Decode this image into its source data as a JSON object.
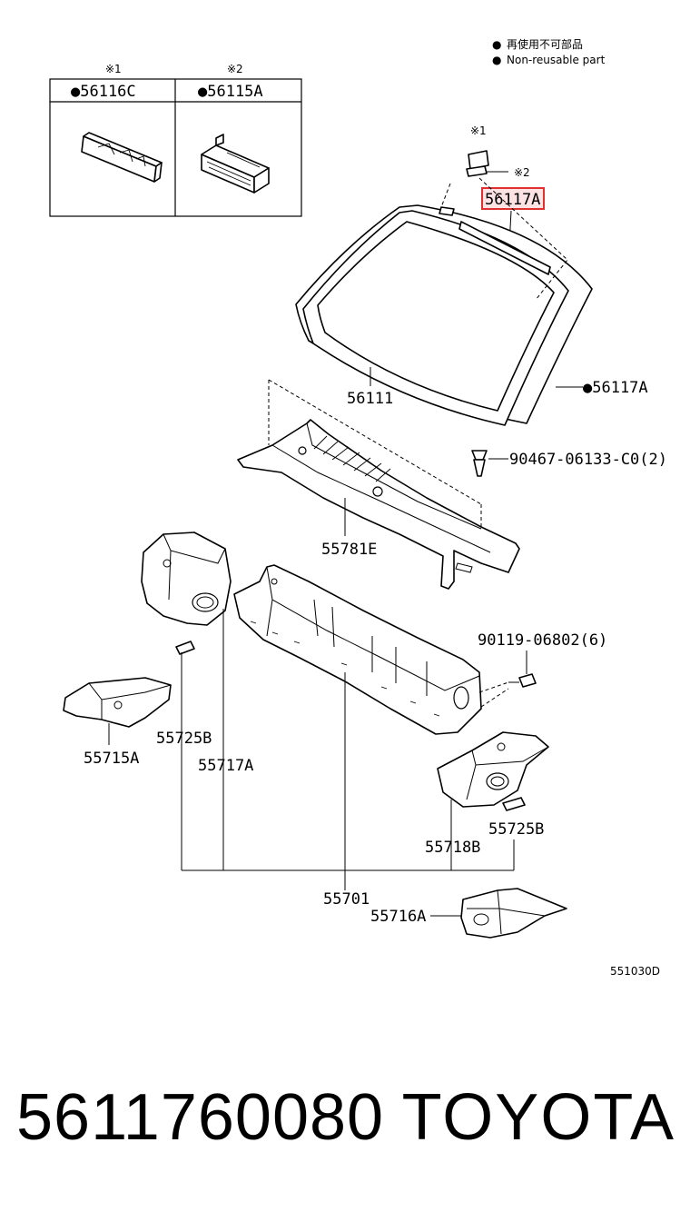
{
  "legend": {
    "dot_symbol": "●",
    "line_jp": "再使用不可部品",
    "line_en": "Non-reusable part"
  },
  "inset": {
    "col1_marker": "※1",
    "col1_label": "●56116C",
    "col2_marker": "※2",
    "col2_label": "●56115A"
  },
  "callouts": {
    "marker1": "※1",
    "marker2": "※2",
    "p56117A_top": "56117A",
    "p56117A_side": "●56117A",
    "p56111": "56111",
    "p90467": "90467-06133-C0(2)",
    "p55781E": "55781E",
    "p90119": "90119-06802(6)",
    "p55725B_left": "55725B",
    "p55715A": "55715A",
    "p55717A": "55717A",
    "p55718B": "55718B",
    "p55725B_right": "55725B",
    "p55701": "55701",
    "p55716A": "55716A",
    "diagram_id": "551030D"
  },
  "highlight_color": "#e03030",
  "footer": {
    "part_number": "5611760080",
    "brand": "TOYOTA"
  }
}
